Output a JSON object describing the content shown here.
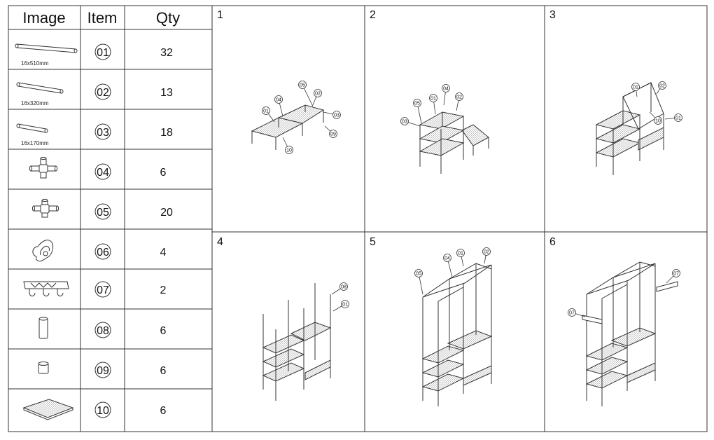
{
  "parts_table": {
    "headers": [
      "Image",
      "Item",
      "Qty"
    ],
    "rows": [
      {
        "item": "01",
        "qty": "32",
        "dimension": "16x510mm",
        "icon": "long-tube-icon"
      },
      {
        "item": "02",
        "qty": "13",
        "dimension": "16x320mm",
        "icon": "medium-tube-icon"
      },
      {
        "item": "03",
        "qty": "18",
        "dimension": "16x170mm",
        "icon": "short-tube-icon"
      },
      {
        "item": "04",
        "qty": "6",
        "dimension": "",
        "icon": "four-way-connector-icon"
      },
      {
        "item": "05",
        "qty": "20",
        "dimension": "",
        "icon": "three-way-connector-icon"
      },
      {
        "item": "06",
        "qty": "4",
        "dimension": "",
        "icon": "clip-icon"
      },
      {
        "item": "07",
        "qty": "2",
        "dimension": "",
        "icon": "hook-rail-icon"
      },
      {
        "item": "08",
        "qty": "6",
        "dimension": "",
        "icon": "tall-foot-cap-icon"
      },
      {
        "item": "09",
        "qty": "6",
        "dimension": "",
        "icon": "short-foot-cap-icon"
      },
      {
        "item": "10",
        "qty": "6",
        "dimension": "",
        "icon": "shelf-panel-icon"
      }
    ]
  },
  "steps": [
    {
      "number": "1",
      "callouts": [
        "05",
        "04",
        "02",
        "01",
        "03",
        "09",
        "10"
      ]
    },
    {
      "number": "2",
      "callouts": [
        "01",
        "04",
        "02",
        "05",
        "03"
      ]
    },
    {
      "number": "3",
      "callouts": [
        "01",
        "02",
        "10",
        "01"
      ]
    },
    {
      "number": "4",
      "callouts": [
        "08",
        "01"
      ]
    },
    {
      "number": "5",
      "callouts": [
        "04",
        "01",
        "02",
        "05"
      ]
    },
    {
      "number": "6",
      "callouts": [
        "07",
        "07"
      ]
    }
  ]
}
